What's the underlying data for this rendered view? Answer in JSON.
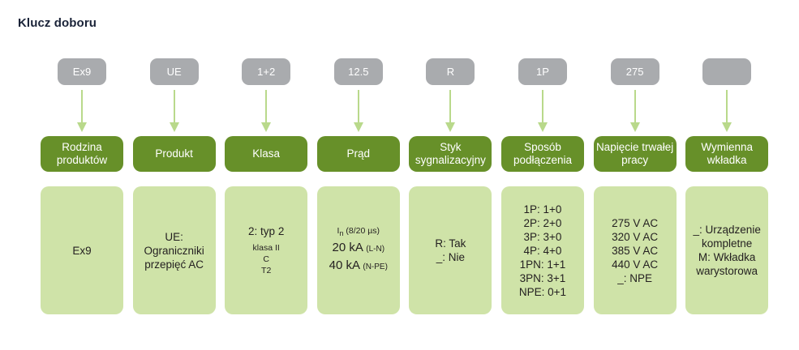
{
  "page_title": "Klucz doboru",
  "colors": {
    "header_green": "#679029",
    "body_green": "#cfe3a8",
    "pill_grey": "#a9abae",
    "arrow_green": "#b9d98b",
    "title_text": "#1a2338",
    "body_text": "#231f20"
  },
  "columns": [
    {
      "code": "Ex9",
      "header": "Rodzina produktów",
      "lines": [
        "Ex9"
      ]
    },
    {
      "code": "UE",
      "header": "Produkt",
      "lines": [
        "UE:",
        "Ograniczniki",
        "przepięć AC"
      ]
    },
    {
      "code": "1+2",
      "header": "Klasa",
      "main": "2: typ 2",
      "small_lines": [
        "klasa II",
        "C",
        "T2"
      ]
    },
    {
      "code": "12.5",
      "header": "Prąd",
      "current_label_symbol": "I",
      "current_label_subscript": "n",
      "current_label_rest": "(8/20 µs)",
      "values": [
        {
          "value": "20 kA",
          "unit": "(L-N)"
        },
        {
          "value": "40 kA",
          "unit": "(N-PE)"
        }
      ]
    },
    {
      "code": "R",
      "header": "Styk sygnalizacyjny",
      "lines": [
        "R: Tak",
        "_: Nie"
      ]
    },
    {
      "code": "1P",
      "header": "Sposób podłączenia",
      "lines": [
        "1P: 1+0",
        "2P: 2+0",
        "3P: 3+0",
        "4P: 4+0",
        "1PN: 1+1",
        "3PN: 3+1",
        "NPE: 0+1"
      ]
    },
    {
      "code": "275",
      "header": "Napięcie trwałej pracy",
      "lines": [
        "275 V AC",
        "320 V AC",
        "385 V AC",
        "440 V AC",
        "_: NPE"
      ]
    },
    {
      "code": "",
      "header": "Wymienna wkładka",
      "lines": [
        "_: Urządzenie",
        "kompletne",
        "M: Wkładka",
        "warystorowa"
      ]
    }
  ]
}
